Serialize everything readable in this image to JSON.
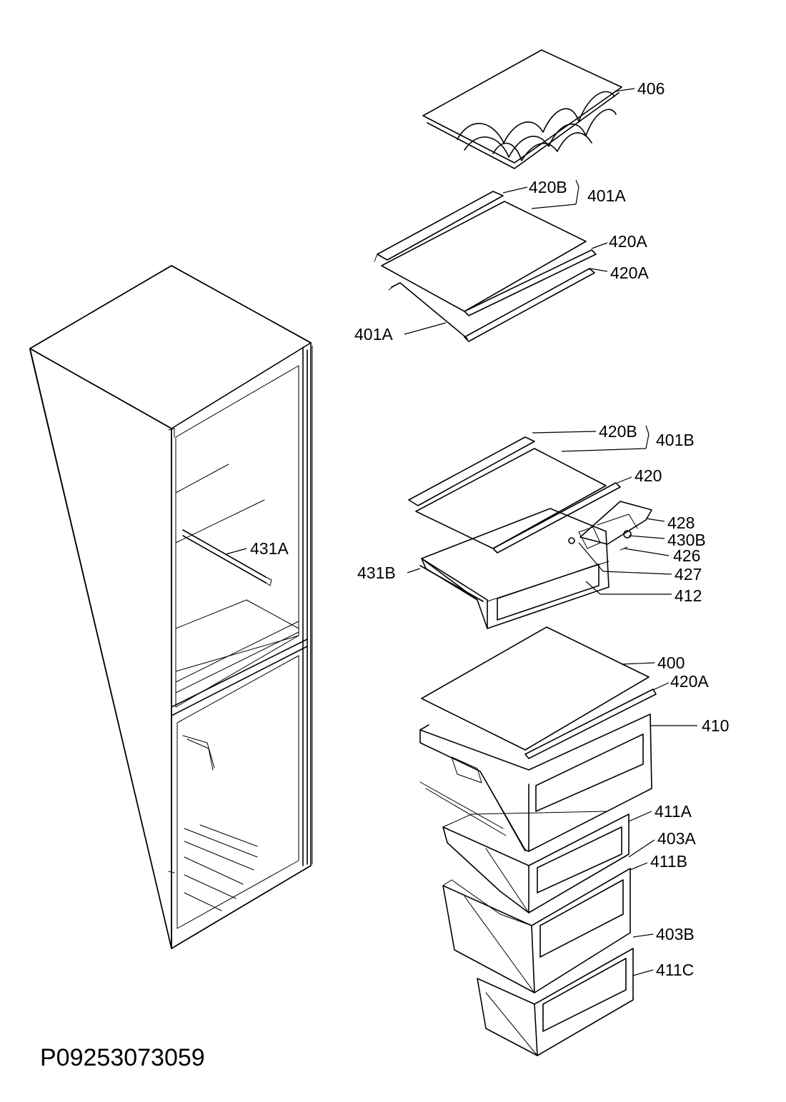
{
  "drawing_code": "P09253073059",
  "labels": {
    "l406": "406",
    "l420B_top": "420B",
    "l401A_brace": "401A",
    "l420A_1": "420A",
    "l420A_2": "420A",
    "l401A_low": "401A",
    "l431A": "431A",
    "l420B_mid": "420B",
    "l401B": "401B",
    "l420": "420",
    "l428": "428",
    "l430B": "430B",
    "l426": "426",
    "l427": "427",
    "l431B": "431B",
    "l412": "412",
    "l400": "400",
    "l420A_3": "420A",
    "l410": "410",
    "l411A": "411A",
    "l403A": "403A",
    "l411B": "411B",
    "l403B": "403B",
    "l411C": "411C"
  }
}
